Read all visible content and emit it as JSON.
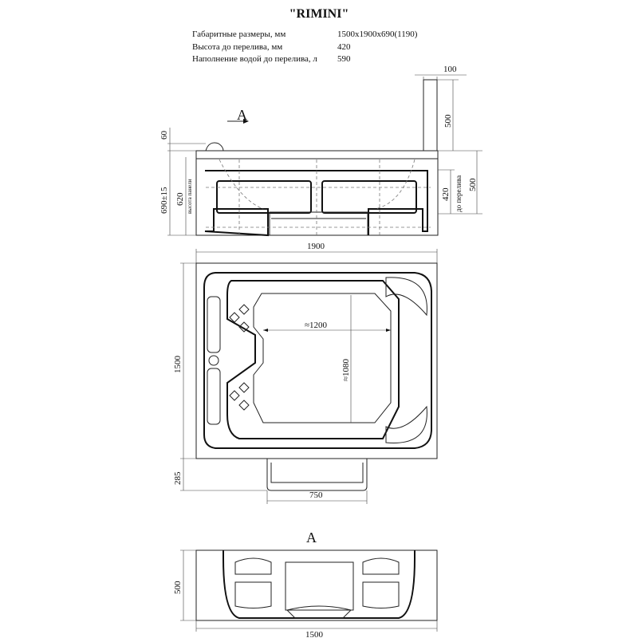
{
  "title": "\"RIMINI\"",
  "specs": [
    {
      "label": "Габаритные размеры, мм",
      "value": "1500x1900x690(1190)"
    },
    {
      "label": "Высота до перелива, мм",
      "value": "420"
    },
    {
      "label": "Наполнение водой до перелива, л",
      "value": "590"
    }
  ],
  "front_view": {
    "view_marker": "A",
    "dims": {
      "panel_width": "100",
      "panel_height": "500",
      "headrest": "60",
      "total_height": "690±15",
      "panel_h": "620",
      "panel_h_label": "высота панели",
      "overflow": "420",
      "overflow_label": "до перелива",
      "overflow_total": "500"
    }
  },
  "top_view": {
    "dims": {
      "length": "1900",
      "width": "1500",
      "inner_length": "≈1200",
      "inner_width": "≈1080",
      "step_depth": "285",
      "step_width": "750"
    }
  },
  "view_a": {
    "label": "A",
    "dims": {
      "height": "500",
      "width": "1500"
    }
  }
}
